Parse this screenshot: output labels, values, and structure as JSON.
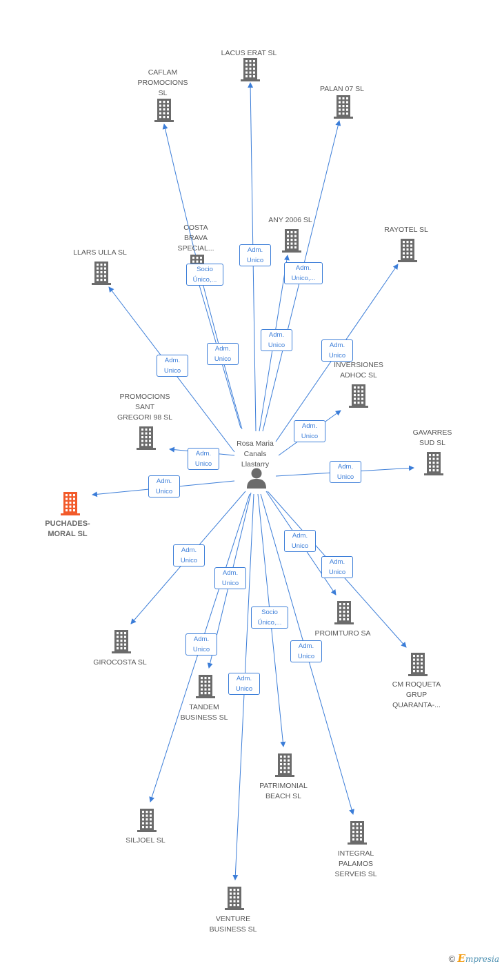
{
  "center": {
    "name": "Rosa Maria\nCanals\nLlastarry",
    "icon": "person-icon"
  },
  "colors": {
    "edge": "#3b7dd8",
    "building": "#6b6b6b",
    "highlight": "#f25a2a",
    "text": "#555555"
  },
  "nodes": [
    {
      "id": "lacus-erat",
      "label": "LACUS ERAT  SL",
      "icon": "building-icon"
    },
    {
      "id": "caflam",
      "label": "CAFLAM\nPROMOCIONS\nSL",
      "icon": "building-icon"
    },
    {
      "id": "palan-07",
      "label": "PALAN 07  SL",
      "icon": "building-icon"
    },
    {
      "id": "costa-brava",
      "label": "COSTA\nBRAVA\nSPECIAL...",
      "icon": "building-icon"
    },
    {
      "id": "any-2006",
      "label": "ANY 2006 SL",
      "icon": "building-icon"
    },
    {
      "id": "rayotel",
      "label": "RAYOTEL SL",
      "icon": "building-icon"
    },
    {
      "id": "llars-ulla",
      "label": "LLARS ULLA SL",
      "icon": "building-icon"
    },
    {
      "id": "inversiones-adhoc",
      "label": "INVERSIONES\nADHOC SL",
      "icon": "building-icon"
    },
    {
      "id": "promocions-sant-gregori",
      "label": "PROMOCIONS\nSANT\nGREGORI 98 SL",
      "icon": "building-icon"
    },
    {
      "id": "gavarres-sud",
      "label": "GAVARRES\nSUD SL",
      "icon": "building-icon"
    },
    {
      "id": "puchades-moral",
      "label": "PUCHADES-\nMORAL SL",
      "icon": "building-icon",
      "highlight": true
    },
    {
      "id": "proimturo",
      "label": "PROIMTURO SA",
      "icon": "building-icon"
    },
    {
      "id": "girocosta",
      "label": "GIROCOSTA SL",
      "icon": "building-icon"
    },
    {
      "id": "cm-roqueta",
      "label": "CM ROQUETA\nGRUP\nQUARANTA-...",
      "icon": "building-icon"
    },
    {
      "id": "tandem-business",
      "label": "TANDEM\nBUSINESS SL",
      "icon": "building-icon"
    },
    {
      "id": "patrimonial-beach",
      "label": "PATRIMONIAL\nBEACH SL",
      "icon": "building-icon"
    },
    {
      "id": "siljoel",
      "label": "SILJOEL SL",
      "icon": "building-icon"
    },
    {
      "id": "integral-palamos",
      "label": "INTEGRAL\nPALAMOS\nSERVEIS SL",
      "icon": "building-icon"
    },
    {
      "id": "venture-business",
      "label": "VENTURE\nBUSINESS SL",
      "icon": "building-icon"
    }
  ],
  "relations": [
    {
      "target": "lacus-erat",
      "label": "Adm.\nUnico"
    },
    {
      "target": "caflam",
      "label": "Adm.\nUnico"
    },
    {
      "target": "palan-07",
      "label": "Adm.\nUnico,..."
    },
    {
      "target": "costa-brava",
      "label": "Socio\nÚnico,..."
    },
    {
      "target": "any-2006",
      "label": "Adm.\nUnico"
    },
    {
      "target": "rayotel",
      "label": "Adm.\nUnico"
    },
    {
      "target": "llars-ulla",
      "label": "Adm.\nUnico"
    },
    {
      "target": "inversiones-adhoc",
      "label": "Adm.\nUnico"
    },
    {
      "target": "promocions-sant-gregori",
      "label": "Adm.\nUnico"
    },
    {
      "target": "gavarres-sud",
      "label": "Adm.\nUnico"
    },
    {
      "target": "puchades-moral",
      "label": "Adm.\nUnico"
    },
    {
      "target": "proimturo",
      "label": "Adm.\nUnico"
    },
    {
      "target": "girocosta",
      "label": "Adm.\nUnico"
    },
    {
      "target": "cm-roqueta",
      "label": "Adm.\nUnico"
    },
    {
      "target": "tandem-business",
      "label": "Adm.\nUnico"
    },
    {
      "target": "patrimonial-beach",
      "label": "Socio\nÚnico,..."
    },
    {
      "target": "siljoel",
      "label": "Adm.\nUnico"
    },
    {
      "target": "integral-palamos",
      "label": "Adm.\nUnico"
    },
    {
      "target": "venture-business",
      "label": "Adm.\nUnico"
    }
  ],
  "footer": {
    "copyright": "©",
    "brand_initial": "E",
    "brand_rest": "mpresia"
  }
}
